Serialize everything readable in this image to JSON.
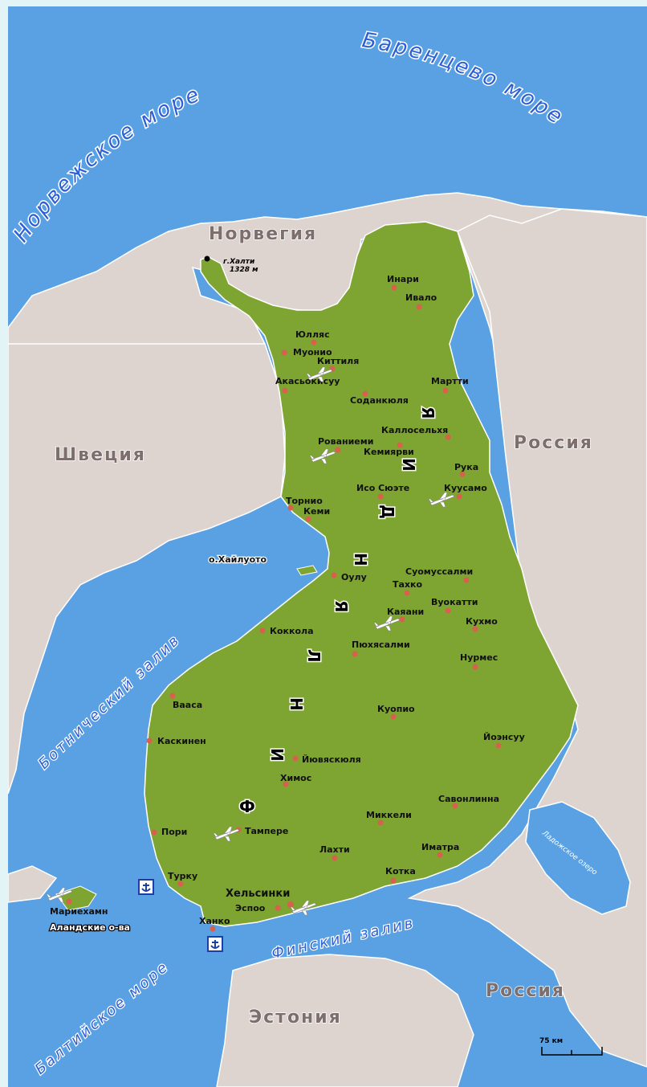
{
  "countries": {
    "norway": "Норвегия",
    "sweden": "Швеция",
    "russia_north": "Россия",
    "russia_south": "Россия",
    "estonia": "Эстония"
  },
  "seas": {
    "norwegian": "Норвежское море",
    "barents": "Баренцево море",
    "bothnian": "Ботнический залив",
    "finnish": "Финский залив",
    "baltic": "Балтийское море",
    "ladoga": "Ладожское озеро"
  },
  "islands": {
    "hailuoto": "о.Хайлуото",
    "aland": "Аландские о-ва"
  },
  "peak": {
    "name": "г.Халти",
    "height": "1328 м"
  },
  "country_name_letters": [
    "Ф",
    "И",
    "Н",
    "Л",
    "Я",
    "Н",
    "Д",
    "И",
    "Я"
  ],
  "cities": {
    "inari": "Инари",
    "ivalo": "Ивало",
    "yllas": "Юлляс",
    "muonio": "Муонио",
    "kittila": "Киттиля",
    "akaslompolo": "Акасьокисуу",
    "martti": "Мартти",
    "sodankyla": "Соданкюля",
    "kallosalka": "Каллосельхя",
    "rovaniemi": "Рованиеми",
    "kemijarvi": "Кемиярви",
    "ruka": "Рука",
    "iso_syote": "Исо Сюэте",
    "kuusamo": "Куусамо",
    "tornio": "Торнио",
    "kemi": "Кеми",
    "oulu": "Оулу",
    "suomussalmi": "Суомуссалми",
    "taivalkoski": "Тахко",
    "vuokatti": "Вуокатти",
    "kajaani": "Каяани",
    "kuhmo": "Кухмо",
    "kokkola": "Коккола",
    "pyhasalmi": "Пюхясалми",
    "nurmes": "Нурмес",
    "vaasa": "Вааса",
    "kuopio": "Куопио",
    "kaskinen": "Каскинен",
    "joensuu": "Йоэнсуу",
    "jyvaskyla": "Йювяскюля",
    "himos": "Химос",
    "savonlinna": "Савонлинна",
    "mikkeli": "Миккели",
    "pori": "Пори",
    "tampere": "Тампере",
    "imatra": "Иматра",
    "lahti": "Лахти",
    "turku": "Турку",
    "kotka": "Котка",
    "helsinki": "Хельсинки",
    "espoo": "Эспоо",
    "hanko": "Ханко",
    "mariehamn": "Мариехамн"
  },
  "scale": "75 км",
  "colors": {
    "sea": "#5aa1e3",
    "land": "#ddd4d0",
    "finland": "#7ea531",
    "city_dot": "#d9604c",
    "frame": "#e2f4f6"
  },
  "icons": [
    "airplane-icon",
    "anchor-icon",
    "city-dot-icon",
    "peak-dot-icon"
  ]
}
